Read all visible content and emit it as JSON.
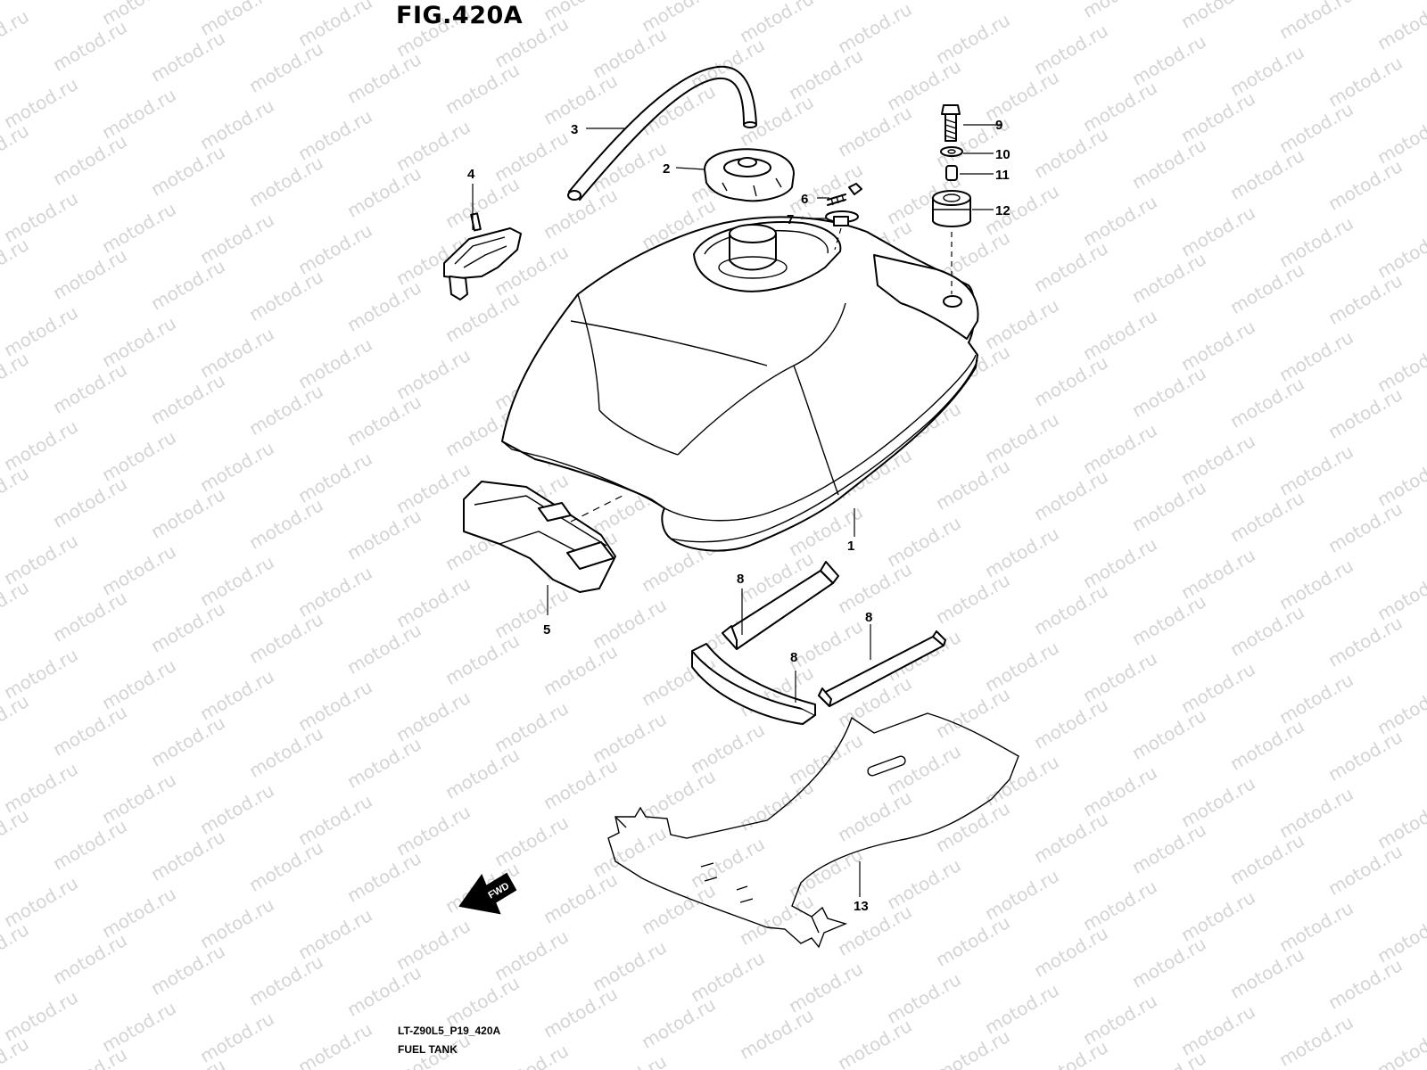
{
  "figure": {
    "title": "FIG.420A",
    "reference_code": "LT-Z90L5_P19_420A",
    "section_name": "FUEL TANK"
  },
  "watermark": {
    "text": "motod.ru",
    "color": "#d4d4d4"
  },
  "direction_badge": {
    "label": "FWD"
  },
  "callouts": [
    "1",
    "2",
    "3",
    "4",
    "5",
    "6",
    "7",
    "8",
    "8",
    "8",
    "9",
    "10",
    "11",
    "12",
    "13"
  ],
  "parts": [
    {
      "number": "1",
      "name": "fuel-tank"
    },
    {
      "number": "2",
      "name": "fuel-cap"
    },
    {
      "number": "3",
      "name": "breather-hose"
    },
    {
      "number": "4",
      "name": "hose-clip"
    },
    {
      "number": "5",
      "name": "tank-mount-bracket"
    },
    {
      "number": "6",
      "name": "bolt"
    },
    {
      "number": "7",
      "name": "washer"
    },
    {
      "number": "8",
      "name": "cushion"
    },
    {
      "number": "9",
      "name": "bolt"
    },
    {
      "number": "10",
      "name": "washer"
    },
    {
      "number": "11",
      "name": "collar"
    },
    {
      "number": "12",
      "name": "cushion"
    },
    {
      "number": "13",
      "name": "heat-shield"
    }
  ]
}
